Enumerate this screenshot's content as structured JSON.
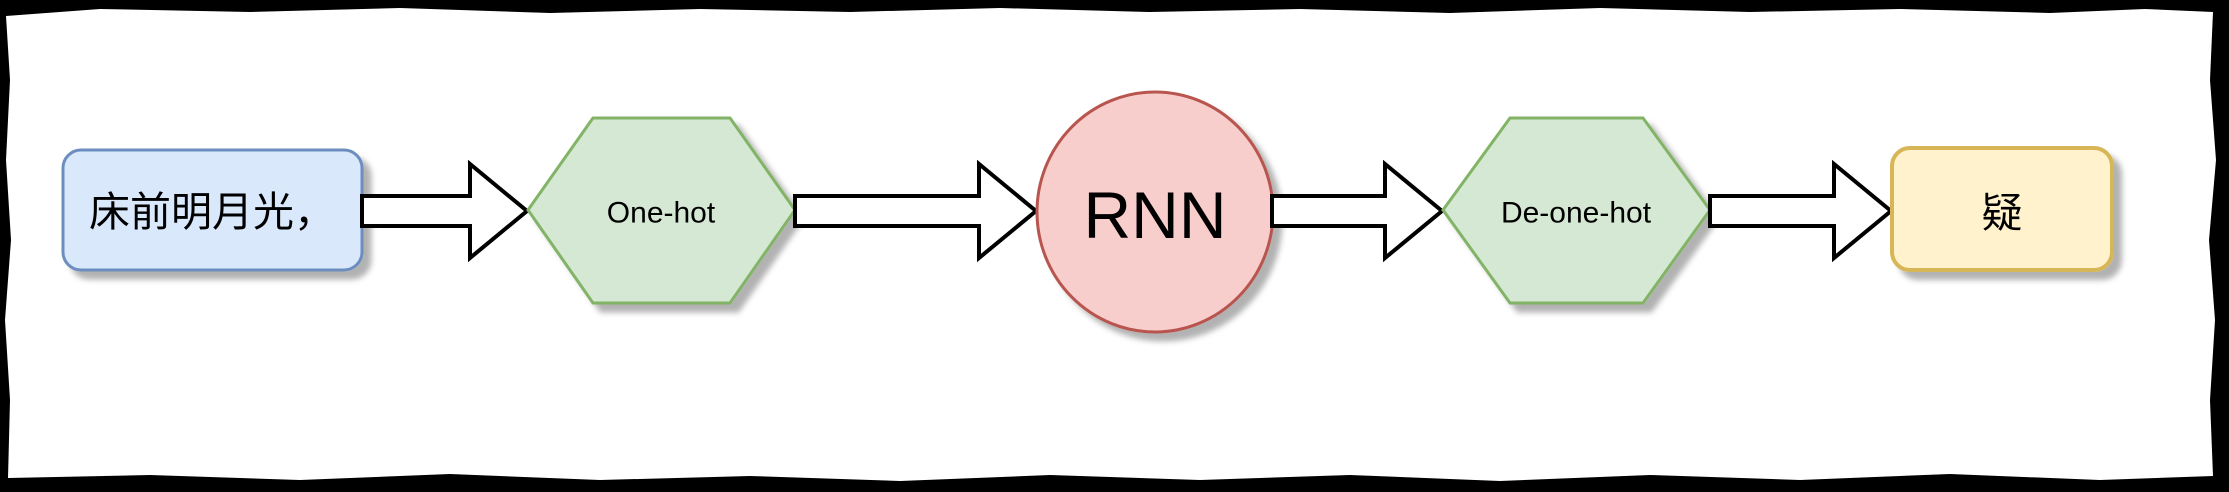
{
  "frame": {
    "outside_color": "#000000",
    "paper_color": "#ffffff",
    "style": "torn-paper-wavy-edges"
  },
  "pipeline": {
    "nodes": [
      {
        "id": "input",
        "label": "床前明月光，",
        "shape": "rounded-rectangle",
        "fill": "#dae8fc",
        "stroke": "#6c8ebf"
      },
      {
        "id": "one-hot",
        "label": "One-hot",
        "shape": "hexagon",
        "fill": "#d5e8d4",
        "stroke": "#82b366"
      },
      {
        "id": "rnn",
        "label": "RNN",
        "shape": "circle",
        "fill": "#f8cecc",
        "stroke": "#b85450"
      },
      {
        "id": "de-one-hot",
        "label": "De-one-hot",
        "shape": "hexagon",
        "fill": "#d5e8d4",
        "stroke": "#82b366"
      },
      {
        "id": "output",
        "label": "疑",
        "shape": "rounded-rectangle",
        "fill": "#fff2cc",
        "stroke": "#d6b656"
      }
    ],
    "arrow_style": {
      "fill": "#ffffff",
      "stroke": "#000000",
      "count": 4,
      "direction": "right"
    },
    "shadow_color": "#000000"
  }
}
